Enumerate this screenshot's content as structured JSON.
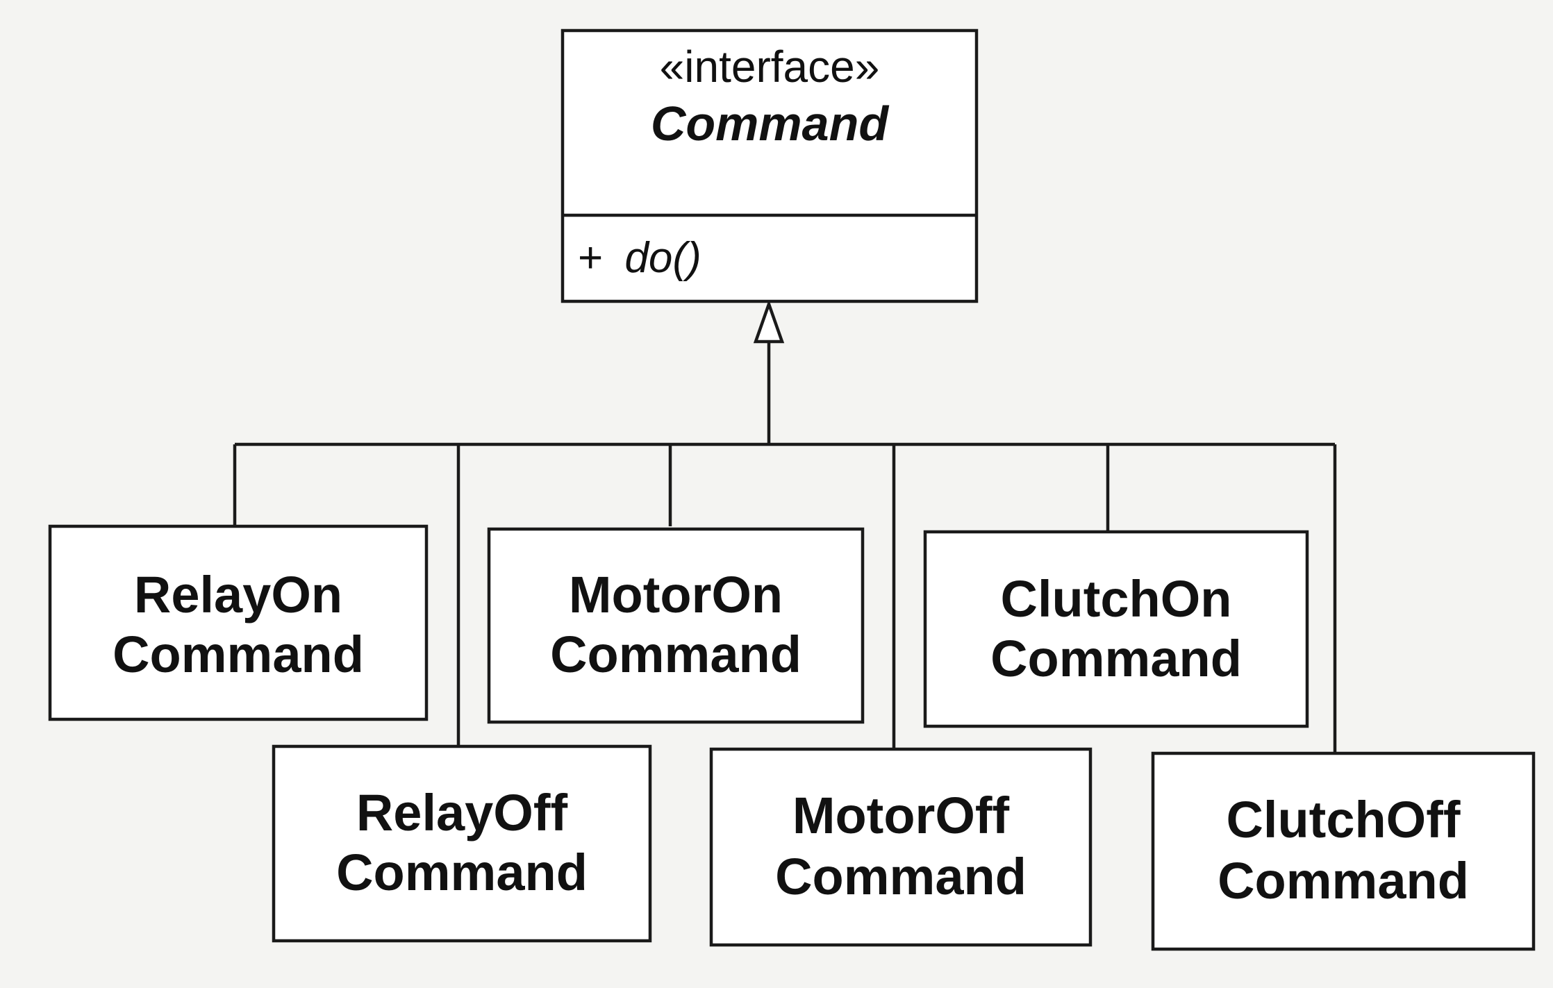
{
  "interface": {
    "stereotype": "«interface»",
    "name": "Command",
    "operations": [
      {
        "visibility": "+",
        "name": "do()"
      }
    ]
  },
  "classes": [
    {
      "id": "relay-on",
      "line1": "RelayOn",
      "line2": "Command"
    },
    {
      "id": "relay-off",
      "line1": "RelayOff",
      "line2": "Command"
    },
    {
      "id": "motor-on",
      "line1": "MotorOn",
      "line2": "Command"
    },
    {
      "id": "motor-off",
      "line1": "MotorOff",
      "line2": "Command"
    },
    {
      "id": "clutch-on",
      "line1": "ClutchOn",
      "line2": "Command"
    },
    {
      "id": "clutch-off",
      "line1": "ClutchOff",
      "line2": "Command"
    }
  ],
  "relationship": "realization"
}
